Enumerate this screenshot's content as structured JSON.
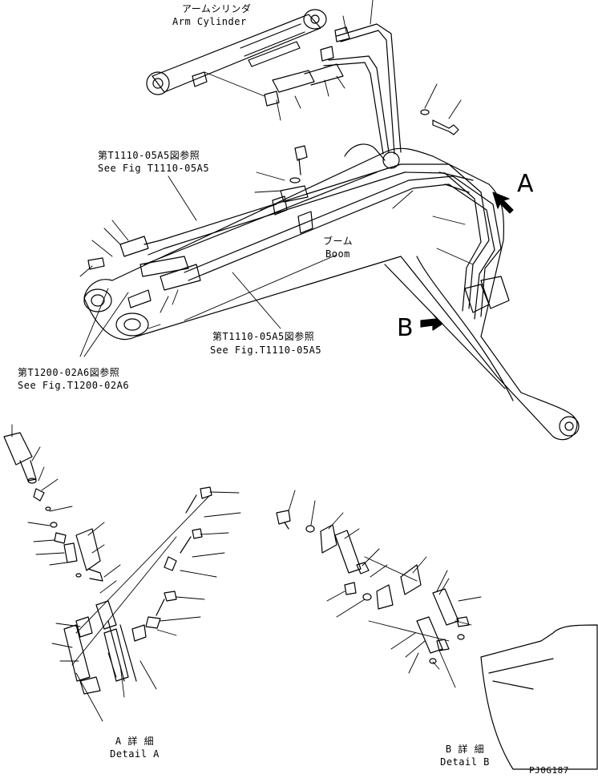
{
  "labels": {
    "arm_cylinder_jp": "アームシリンダ",
    "arm_cylinder_en": "Arm Cylinder",
    "see_fig_1_jp": "第T1110-05A5図参照",
    "see_fig_1_en": "See Fig T1110-05A5",
    "boom_jp": "ブーム",
    "boom_en": "Boom",
    "see_fig_2_jp": "第T1110-05A5図参照",
    "see_fig_2_en": "See Fig.T1110-05A5",
    "see_fig_3_jp": "第T1200-02A6図参照",
    "see_fig_3_en": "See Fig.T1200-02A6",
    "arrow_a": "A",
    "arrow_b": "B",
    "detail_a_jp": "A 詳 細",
    "detail_a_en": "Detail A",
    "detail_b_jp": "B 詳 細",
    "detail_b_en": "Detail B",
    "drawing_code": "PJ0G187"
  }
}
